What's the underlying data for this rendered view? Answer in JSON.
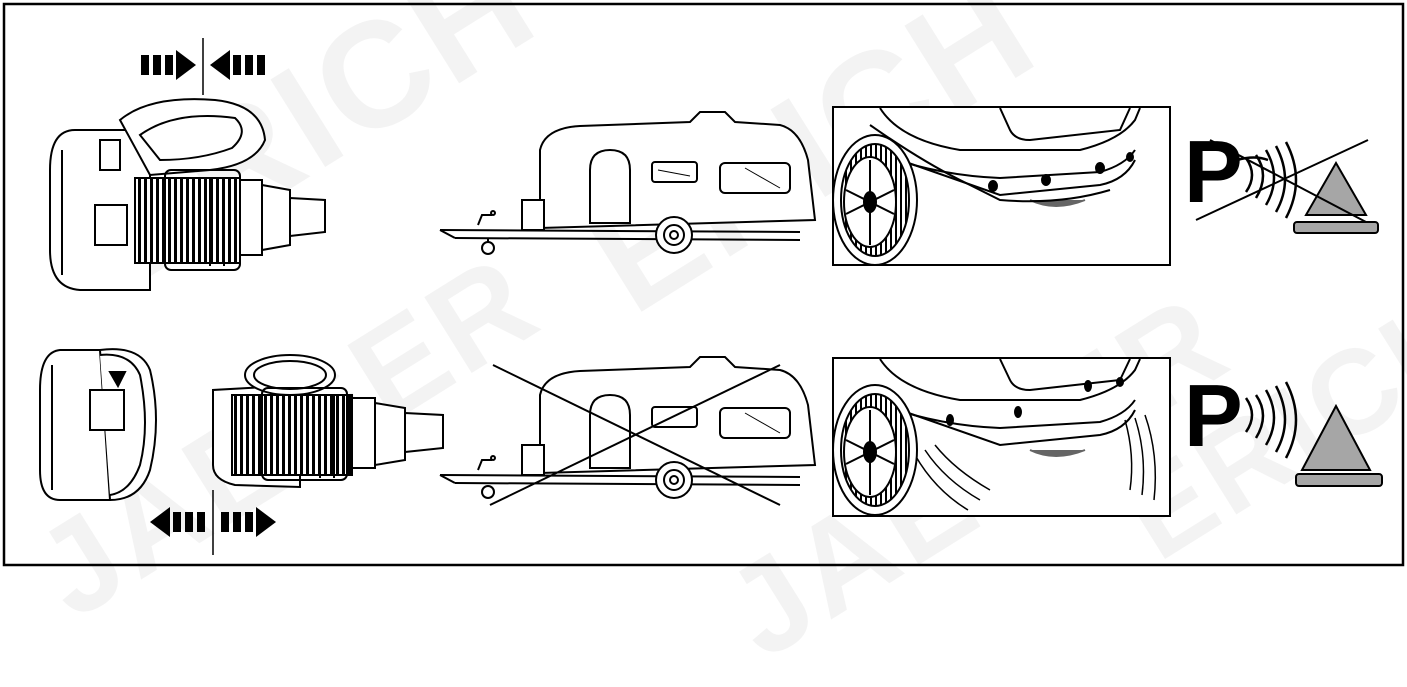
{
  "watermark": {
    "words": [
      "ERICH",
      "JAEGER"
    ]
  },
  "rows": [
    {
      "state": "connected",
      "parking_label": "P",
      "trailer_crossed": false,
      "sensors_active": false,
      "sign_crossed": true
    },
    {
      "state": "disconnected",
      "parking_label": "P",
      "trailer_crossed": true,
      "sensors_active": true,
      "sign_crossed": false
    }
  ],
  "icons": {
    "push_together": "arrows-toward-icon",
    "pull_apart": "arrows-apart-icon",
    "warning_triangle": "warning-triangle-icon"
  },
  "colors": {
    "line": "#000000",
    "triangle_fill": "#a6a6a6",
    "background": "#ffffff"
  }
}
